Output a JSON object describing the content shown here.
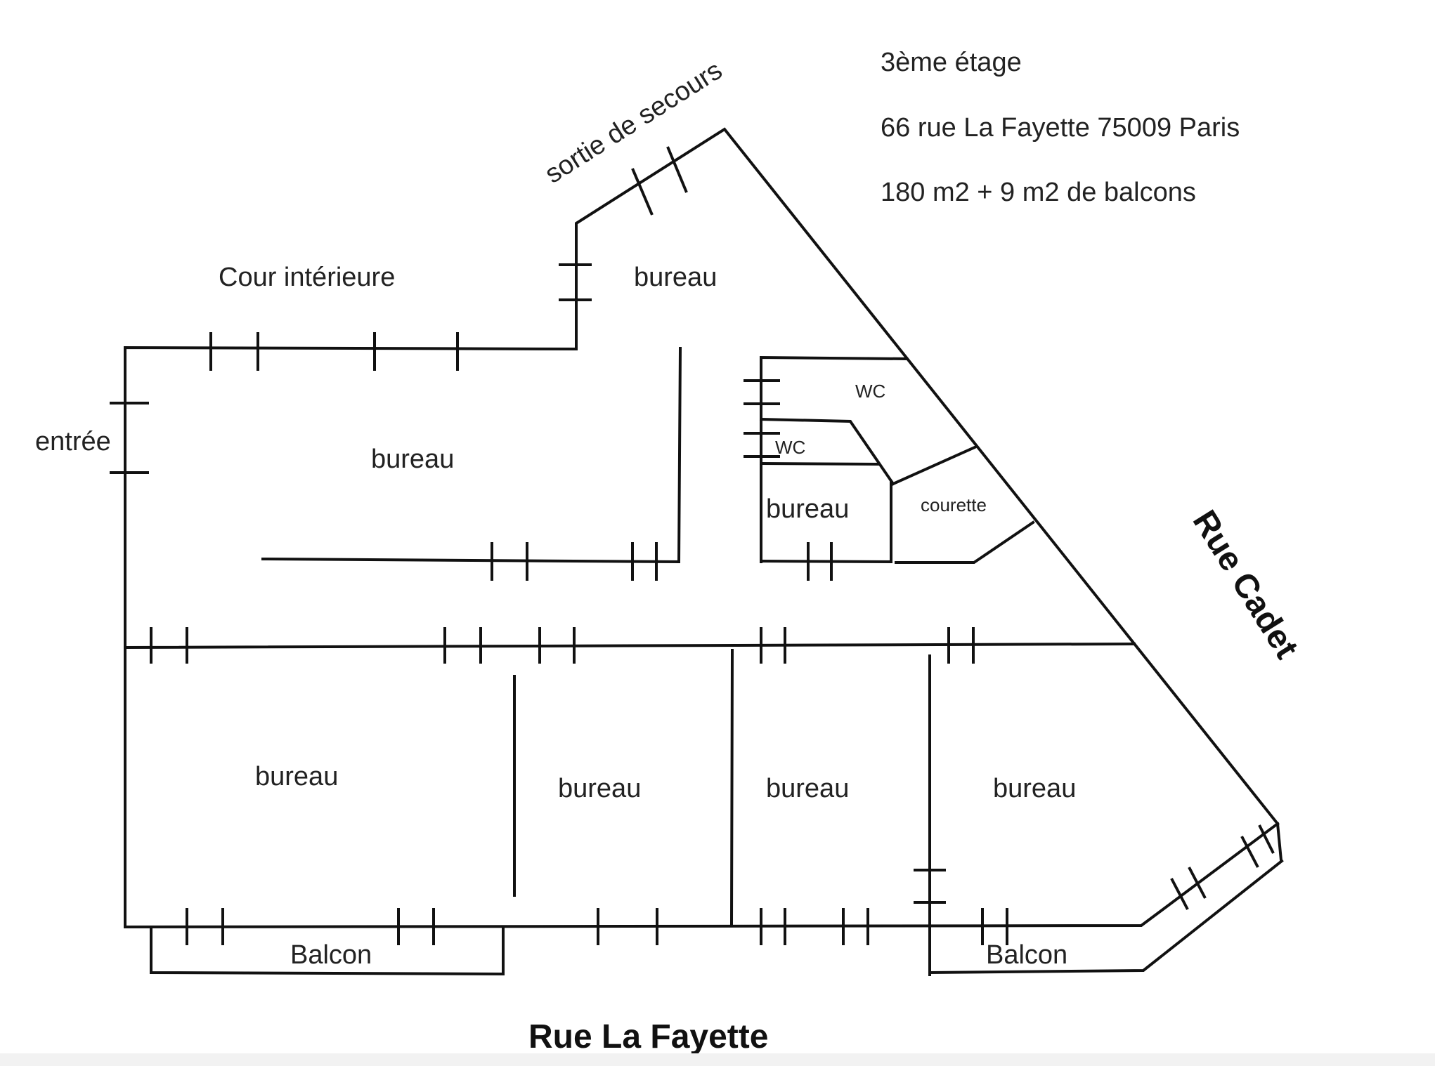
{
  "header": {
    "floor": "3ème étage",
    "address": "66 rue La Fayette 75009 Paris",
    "area": "180 m2 + 9 m2 de balcons"
  },
  "labels": {
    "emergency_exit": "sortie de secours",
    "courtyard": "Cour intérieure",
    "entrance": "entrée",
    "wc_1": "WC",
    "wc_2": "WC",
    "courette": "courette",
    "balcony_left": "Balcon",
    "balcony_right": "Balcon"
  },
  "rooms": [
    {
      "id": "room-top-right",
      "label": "bureau"
    },
    {
      "id": "room-top-left",
      "label": "bureau"
    },
    {
      "id": "room-small",
      "label": "bureau"
    },
    {
      "id": "room-bottom-1",
      "label": "bureau"
    },
    {
      "id": "room-bottom-2",
      "label": "bureau"
    },
    {
      "id": "room-bottom-3",
      "label": "bureau"
    },
    {
      "id": "room-bottom-4",
      "label": "bureau"
    }
  ],
  "streets": {
    "bottom": "Rue La Fayette",
    "right": "Rue Cadet"
  },
  "colors": {
    "line": "#111111",
    "text": "#222222",
    "background": "#ffffff"
  }
}
